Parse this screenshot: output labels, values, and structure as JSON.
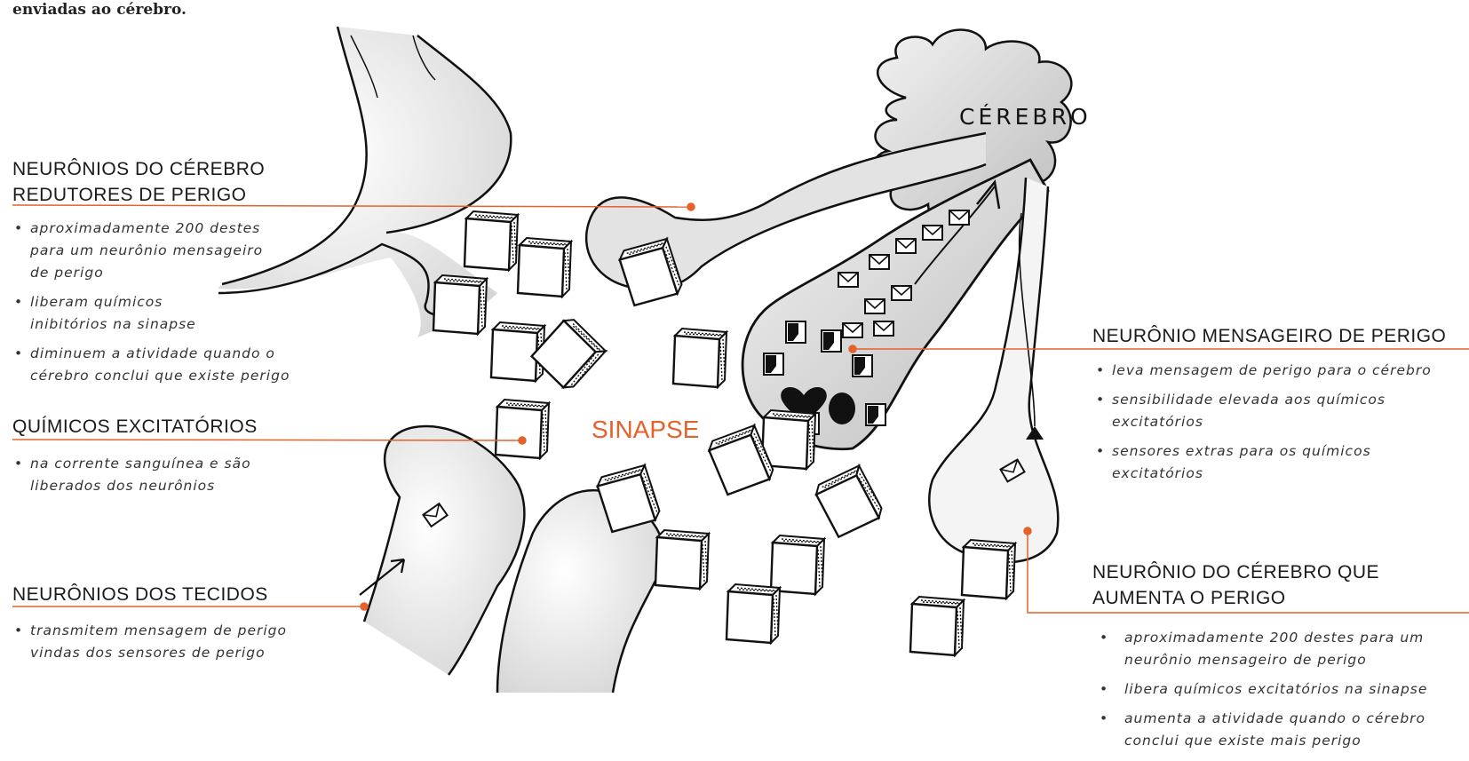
{
  "top_text": "enviadas ao cérebro.",
  "center_label": "SINAPSE",
  "brain_label": "CÉREBRO",
  "colors": {
    "accent": "#e4622b",
    "ink": "#1a1a1a"
  },
  "sections": {
    "reducers": {
      "title_lines": [
        "NEURÔNIOS DO CÉREBRO",
        "REDUTORES DE PERIGO"
      ],
      "bullets": [
        [
          "aproximadamente 200 destes",
          "para um neurônio mensageiro",
          "de perigo"
        ],
        [
          "liberam químicos",
          "inibitórios na sinapse"
        ],
        [
          "diminuem a atividade quando o",
          "cérebro conclui que existe perigo"
        ]
      ]
    },
    "excitatory": {
      "title_lines": [
        "QUÍMICOS EXCITATÓRIOS"
      ],
      "bullets": [
        [
          "na corrente sanguínea e são",
          "liberados dos neurônios"
        ]
      ]
    },
    "tissues": {
      "title_lines": [
        "NEURÔNIOS DOS TECIDOS"
      ],
      "bullets": [
        [
          "transmitem mensagem de perigo",
          "vindas dos sensores de perigo"
        ]
      ]
    },
    "messenger": {
      "title_lines": [
        "NEURÔNIO MENSAGEIRO DE PERIGO"
      ],
      "bullets": [
        [
          "leva mensagem de perigo para o cérebro"
        ],
        [
          "sensibilidade elevada aos químicos",
          "excitatórios"
        ],
        [
          "sensores extras para os químicos",
          "excitatórios"
        ]
      ]
    },
    "increaser": {
      "title_lines": [
        "NEURÔNIO DO CÉREBRO QUE",
        "AUMENTA O PERIGO"
      ],
      "bullets": [
        [
          "aproximadamente 200 destes para um",
          "neurônio mensageiro de perigo"
        ],
        [
          "libera químicos excitatórios na sinapse"
        ],
        [
          "aumenta a atividade quando o cérebro",
          "conclui que existe mais perigo"
        ]
      ]
    }
  }
}
